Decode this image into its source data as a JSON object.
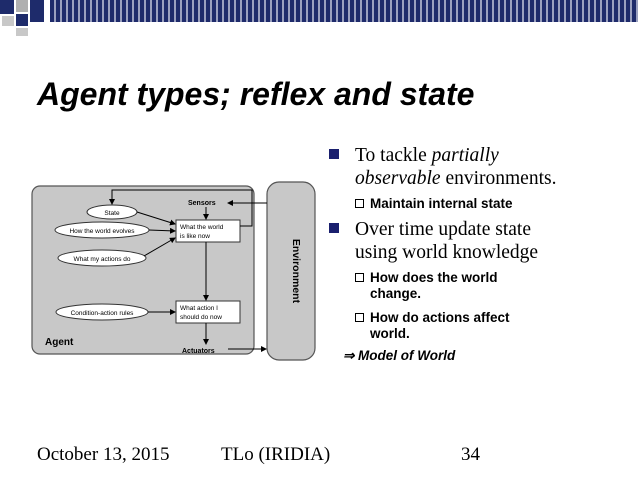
{
  "title": "Agent types; reflex and state",
  "diagram": {
    "agent_label": "Agent",
    "environment_label": "Environment",
    "sensors": "Sensors",
    "actuators": "Actuators",
    "state": "State",
    "world_evolves": "How the world evolves",
    "my_actions": "What my actions do",
    "rules": "Condition-action rules",
    "world_now_line1": "What the world",
    "world_now_line2": "is like now",
    "action_line1": "What action I",
    "action_line2": "should do now"
  },
  "bullets": [
    {
      "pre": "To tackle ",
      "em1": "partially",
      "em2": "observable",
      "post": " environments.",
      "sub": [
        "Maintain internal state"
      ]
    },
    {
      "line1": "Over time update state",
      "line2": "using world knowledge",
      "sub": [
        {
          "line1": "How does the world",
          "line2": "change."
        },
        {
          "line1": "How do actions affect",
          "line2": "world."
        }
      ]
    }
  ],
  "conclusion": "⇒ Model of World",
  "footer": {
    "date": "October 13, 2015",
    "author": "TLo (IRIDIA)",
    "page": "34"
  },
  "colors": {
    "bullet_square": "#1a1f6e",
    "diagram_bg": "#c8c8c8",
    "header_squares": "#1e2b6b"
  }
}
